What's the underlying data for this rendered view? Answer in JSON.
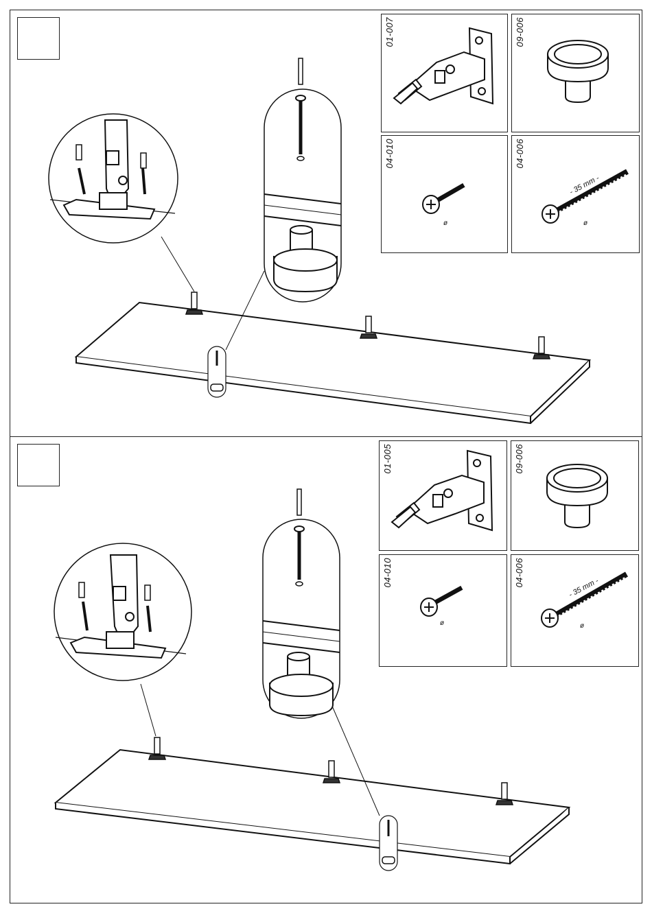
{
  "steps": [
    {
      "parts": [
        {
          "code": "01-007",
          "icon": "concealed-hinge-icon"
        },
        {
          "code": "09-006",
          "icon": "round-knob-icon"
        },
        {
          "code": "04-010",
          "icon": "short-screw-icon",
          "symbol": "ø"
        },
        {
          "code": "04-006",
          "icon": "long-screw-icon",
          "length_label": "- 35 mm -",
          "symbol": "ø"
        }
      ]
    },
    {
      "parts": [
        {
          "code": "01-005",
          "icon": "concealed-hinge-icon"
        },
        {
          "code": "09-006",
          "icon": "round-knob-icon"
        },
        {
          "code": "04-010",
          "icon": "short-screw-icon",
          "symbol": "ø"
        },
        {
          "code": "04-006",
          "icon": "long-screw-icon",
          "length_label": "- 35 mm -",
          "symbol": "ø"
        }
      ]
    }
  ]
}
